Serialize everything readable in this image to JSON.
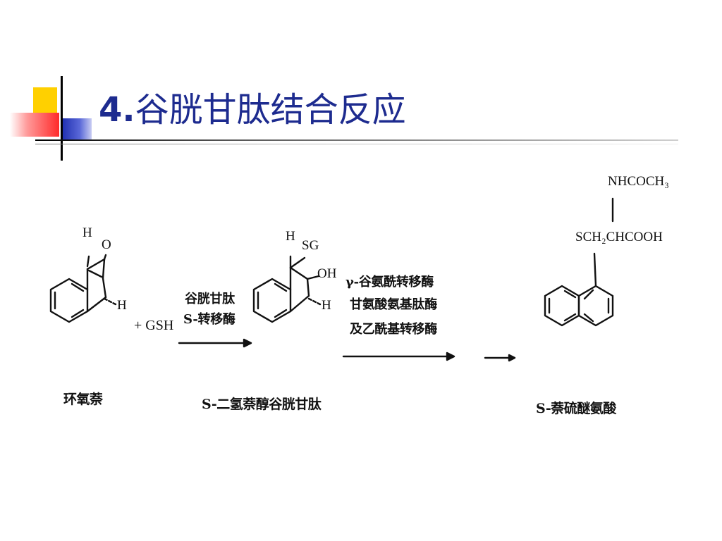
{
  "slide": {
    "title_number": "4.",
    "title_text": "谷胱甘肽结合反应"
  },
  "reaction": {
    "reactant": {
      "label": "环氧萘",
      "atoms": {
        "h_top": "H",
        "o": "O",
        "h_side": "H"
      }
    },
    "reagent": "+ GSH",
    "step1_enzyme": [
      "谷胱甘肽",
      "S-转移酶"
    ],
    "intermediate": {
      "label": "S-二氢萘醇谷胱甘肽",
      "atoms": {
        "h_top": "H",
        "sg": "SG",
        "oh": "OH",
        "h_side": "H"
      }
    },
    "step2_enzymes": [
      "γ-谷氨酰转移酶",
      "甘氨酸氨基肽酶",
      "及乙酰基转移酶"
    ],
    "product": {
      "label": "S-萘硫醚氨酸",
      "group_top": "NHCOCH₃",
      "group_bottom": "SCH₂CHCOOH"
    }
  }
}
